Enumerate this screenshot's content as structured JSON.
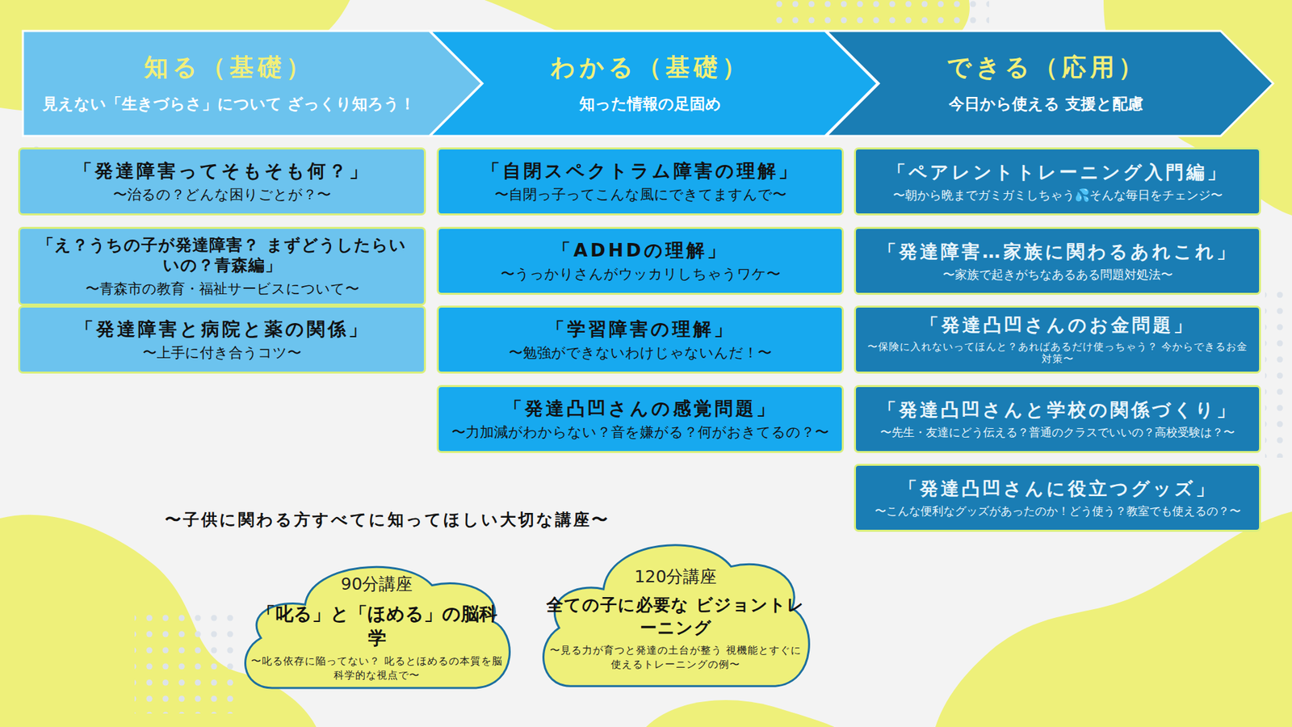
{
  "diagram": {
    "nodes": [
      {
        "text": [
          "知る（基礎）",
          "見えない「生きづらさ」について ざっくり知ろう！"
        ]
      },
      {
        "text": [
          "わかる（基礎）",
          "知った情報の足固め"
        ]
      },
      {
        "text": [
          "できる（応用）",
          "今日から使える 支援と配慮"
        ]
      },
      {
        "text": [
          "「発達障害ってそもそも何？」",
          "〜治るの？どんな困りごとが？〜"
        ]
      },
      {
        "text": [
          "「え？うちの子が発達障害？ まずどうしたらいいの？青森編」",
          "〜青森市の教育・福祉サービスについて〜"
        ]
      },
      {
        "text": [
          "「発達障害と病院と薬の関係」",
          "〜上手に付き合うコツ〜"
        ]
      },
      {
        "text": [
          "「自閉スペクトラム障害の理解」",
          "〜自閉っ子ってこんな風にできてますんで〜"
        ]
      },
      {
        "text": [
          "「ADHDの理解」",
          "〜うっかりさんがウッカリしちゃうワケ〜"
        ]
      },
      {
        "text": [
          "「学習障害の理解」",
          "〜勉強ができないわけじゃないんだ！〜"
        ]
      },
      {
        "text": [
          "「発達凸凹さんの感覚問題」",
          "〜力加減がわからない？音を嫌がる？何がおきてるの？〜"
        ]
      },
      {
        "text": [
          "「ペアレントトレーニング入門編」",
          "〜朝から晩までガミガミしちゃう💦そんな毎日をチェンジ〜"
        ]
      },
      {
        "text": [
          "「発達障害…家族に関わるあれこれ」",
          "〜家族で起きがちなあるある問題対処法〜"
        ]
      },
      {
        "text": [
          "「発達凸凹さんのお金問題」",
          "〜保険に入れないってほんと？あればあるだけ使っちゃう？ 今からできるお金対策〜"
        ]
      },
      {
        "text": [
          "「発達凸凹さんと学校の関係づくり」",
          "〜先生・友達にどう伝える？普通のクラスでいいの？高校受験は？〜"
        ]
      },
      {
        "text": [
          "「発達凸凹さんに役立つグッズ」",
          "〜こんな便利なグッズがあったのか！どう使う？教室でも使えるの？〜"
        ]
      },
      {
        "text": [
          "90分講座",
          "「叱る」と「ほめる」の脳科学",
          "〜叱る依存に陥ってない？ 叱るとほめるの本質を脳科学的な視点で〜"
        ]
      },
      {
        "text": [
          "120分講座",
          "全ての子に必要な ビジョントレーニング",
          "〜見る力が育つと発達の土台が整う 視機能とすぐに使えるトレーニングの例〜"
        ]
      }
    ],
    "labels": [
      "〜子供に関わる方すべてに知ってほしい大切な講座〜"
    ]
  }
}
